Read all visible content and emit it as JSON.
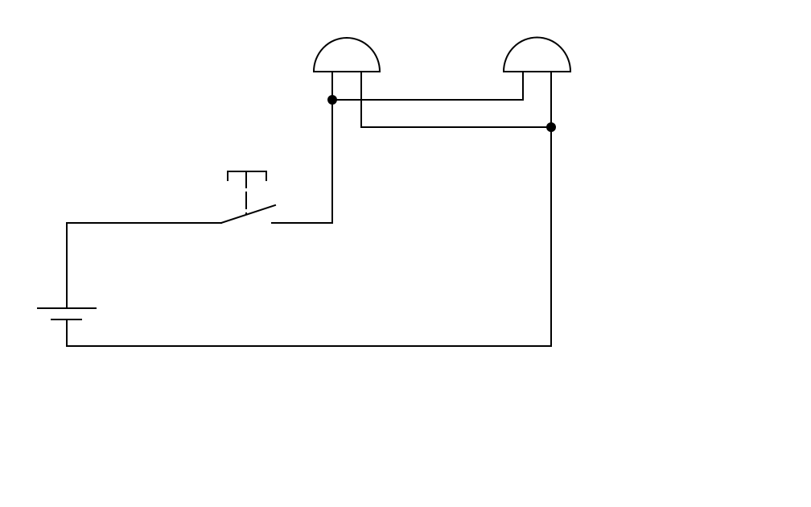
{
  "diagram": {
    "type": "circuit-schematic",
    "colors": {
      "background": "#ffffff",
      "line": "#000000"
    },
    "components": [
      {
        "name": "battery",
        "symbol": "battery-icon"
      },
      {
        "name": "push-button-switch",
        "symbol": "push-button-switch-icon",
        "state": "open"
      },
      {
        "name": "bell-left",
        "symbol": "bell-icon"
      },
      {
        "name": "bell-right",
        "symbol": "bell-icon"
      }
    ],
    "junctions": 2,
    "connection": "parallel"
  }
}
